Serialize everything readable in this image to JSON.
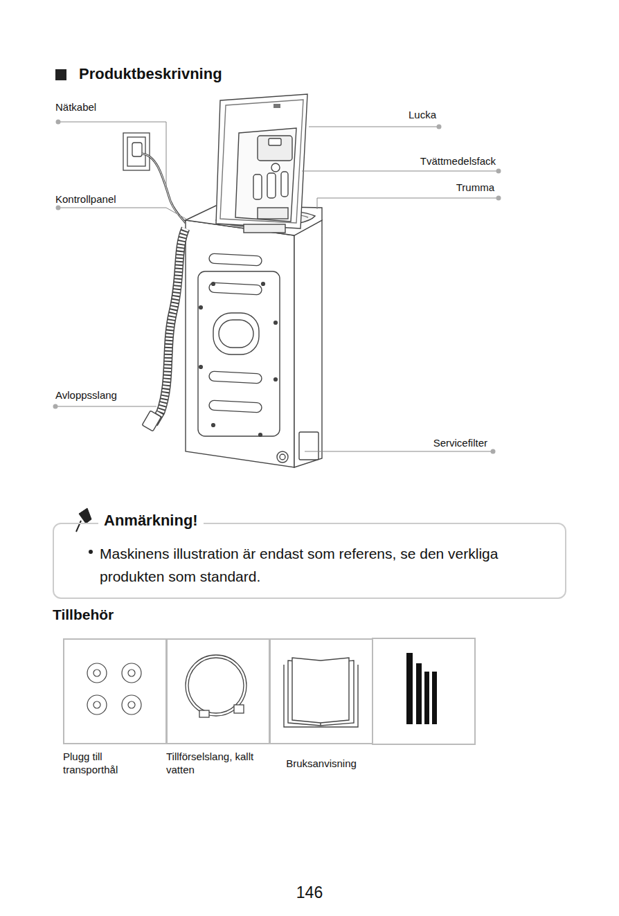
{
  "diagram": {
    "title": "Produktbeskrivning",
    "nodes": [
      {
        "text": [
          "Anmärkning!",
          "Maskinens illustration är endast som referens, se den verkliga produkten som standard."
        ]
      },
      {
        "text": [
          "Plugg till transporthål"
        ]
      },
      {
        "text": [
          "Tillförselslang, kallt vatten"
        ]
      },
      {
        "text": [
          "Bruksanvisning"
        ]
      }
    ],
    "labels": [
      "Nätkabel",
      "Lucka",
      "Tvättmedelsfack",
      "Trumma",
      "Kontrollpanel",
      "Avloppsslang",
      "Servicefilter",
      "Tillbehör",
      "146"
    ]
  }
}
